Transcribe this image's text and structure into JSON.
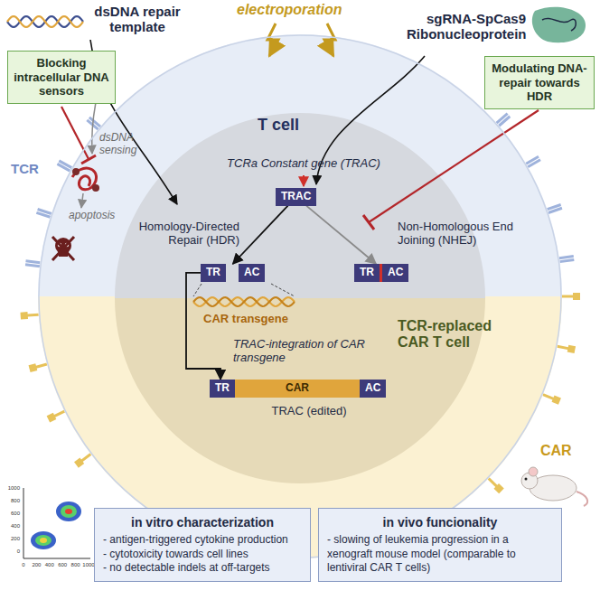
{
  "diagram": {
    "nodes": [
      {
        "text": [
          "Blocking intracellular DNA sensors"
        ]
      },
      {
        "text": [
          "Modulating DNA-repair towards HDR"
        ]
      },
      {
        "text": [
          "T cell",
          "TCR-replaced CAR T cell"
        ]
      },
      {
        "text": [
          "TRAC"
        ],
        "in": 2
      },
      {
        "text": [
          "TR",
          "AC"
        ],
        "in": 2
      },
      {
        "text": [
          "TR",
          "AC"
        ],
        "in": 2
      },
      {
        "text": [
          "TR",
          "CAR",
          "AC"
        ],
        "in": 2
      },
      {
        "text": [
          "in vitro characterization",
          "- antigen-triggered cytokine production",
          "- cytotoxicity towards cell lines",
          "- no detectable indels at off-targets"
        ]
      },
      {
        "text": [
          "in vivo funcionality",
          "- slowing of leukemia progression in a xenograft mouse model (comparable to lentiviral CAR T cells)"
        ]
      }
    ],
    "edges": [
      {
        "from": 3,
        "to": 4,
        "arrow": "to"
      },
      {
        "from": 3,
        "to": 5,
        "arrow": "to"
      },
      {
        "from": 4,
        "to": 6,
        "arrow": "to"
      }
    ],
    "labels": [
      "dsDNA repair template",
      "electroporation",
      "sgRNA-SpCas9 Ribonucleoprotein",
      "TCR",
      "dsDNA sensing",
      "apoptosis",
      "TCRa Constant gene (TRAC)",
      "Homology-Directed Repair (HDR)",
      "Non-Homologous End Joining (NHEJ)",
      "CAR transgene",
      "TRAC-integration of CAR transgene",
      "TRAC (edited)",
      "CAR",
      "1000",
      "800",
      "600",
      "400",
      "200",
      "0",
      "0",
      "200",
      "400",
      "600",
      "800",
      "1000"
    ]
  }
}
